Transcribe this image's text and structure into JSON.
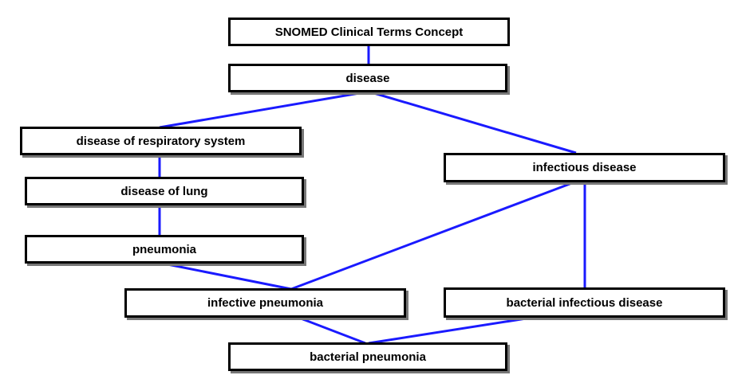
{
  "nodes": {
    "root": "SNOMED Clinical Terms Concept",
    "disease": "disease",
    "respiratory": "disease of respiratory system",
    "lung": "disease of lung",
    "pneumonia": "pneumonia",
    "infectious": "infectious disease",
    "infective_pneumonia": "infective pneumonia",
    "bacterial_infectious": "bacterial infectious disease",
    "bacterial_pneumonia": "bacterial pneumonia"
  },
  "edges": [
    [
      "root",
      "disease"
    ],
    [
      "disease",
      "respiratory"
    ],
    [
      "disease",
      "infectious"
    ],
    [
      "respiratory",
      "lung"
    ],
    [
      "lung",
      "pneumonia"
    ],
    [
      "pneumonia",
      "infective_pneumonia"
    ],
    [
      "infectious",
      "infective_pneumonia"
    ],
    [
      "infectious",
      "bacterial_infectious"
    ],
    [
      "infective_pneumonia",
      "bacterial_pneumonia"
    ],
    [
      "bacterial_infectious",
      "bacterial_pneumonia"
    ]
  ],
  "colors": {
    "edge": "#1a1aff",
    "border": "#000000"
  }
}
